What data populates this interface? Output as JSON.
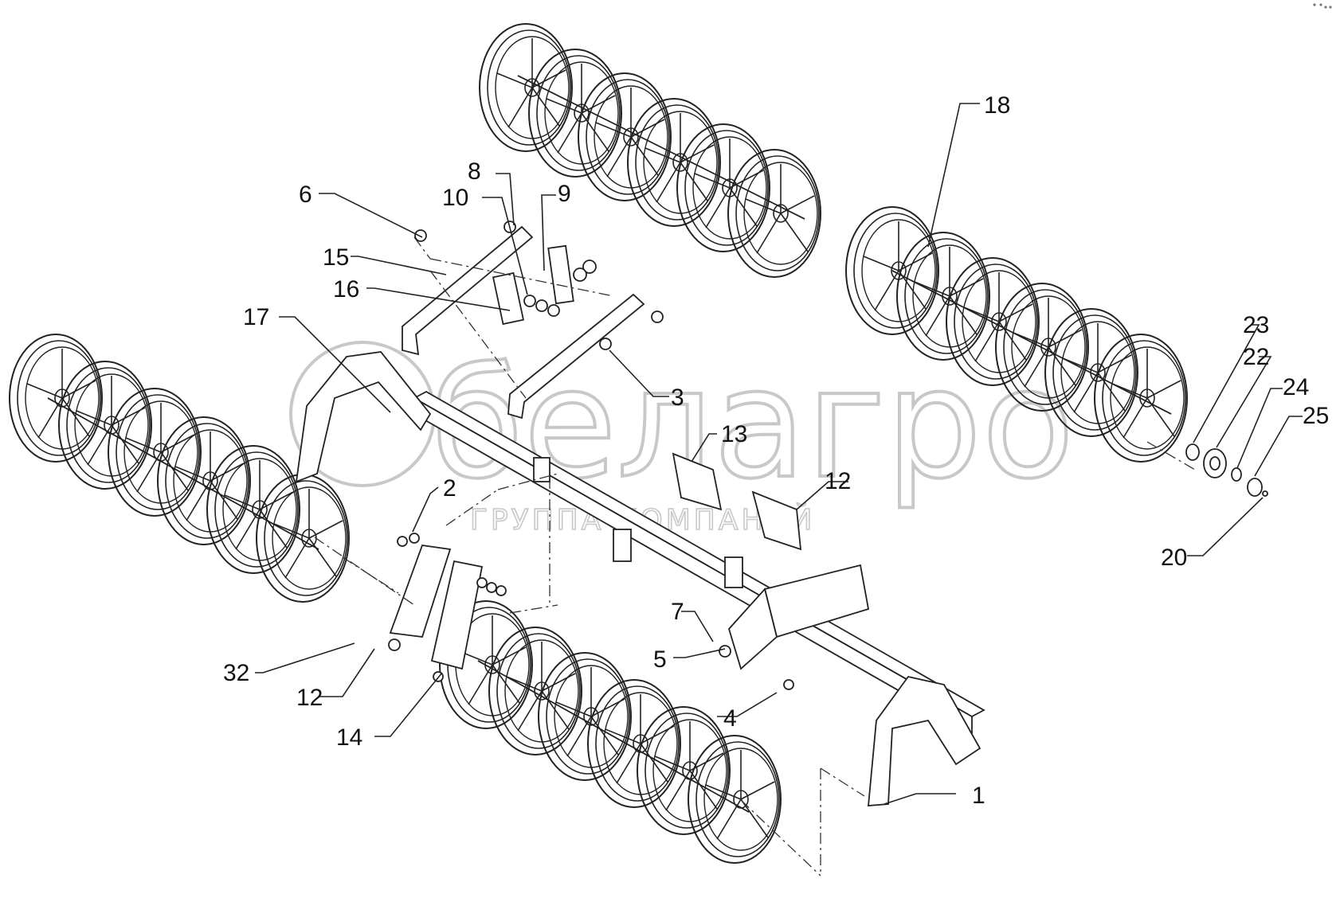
{
  "watermark": {
    "brand": "белагро",
    "subtitle": "ГРУППА КОМПАНИЙ"
  },
  "callouts": [
    {
      "id": "c1",
      "label": "1"
    },
    {
      "id": "c2",
      "label": "2"
    },
    {
      "id": "c3",
      "label": "3"
    },
    {
      "id": "c4",
      "label": "4"
    },
    {
      "id": "c5",
      "label": "5"
    },
    {
      "id": "c6",
      "label": "6"
    },
    {
      "id": "c7",
      "label": "7"
    },
    {
      "id": "c8",
      "label": "8"
    },
    {
      "id": "c9",
      "label": "9"
    },
    {
      "id": "c10",
      "label": "10"
    },
    {
      "id": "c12a",
      "label": "12"
    },
    {
      "id": "c12b",
      "label": "12"
    },
    {
      "id": "c13",
      "label": "13"
    },
    {
      "id": "c14",
      "label": "14"
    },
    {
      "id": "c15",
      "label": "15"
    },
    {
      "id": "c16",
      "label": "16"
    },
    {
      "id": "c17",
      "label": "17"
    },
    {
      "id": "c18",
      "label": "18"
    },
    {
      "id": "c20",
      "label": "20"
    },
    {
      "id": "c22",
      "label": "22"
    },
    {
      "id": "c23",
      "label": "23"
    },
    {
      "id": "c24",
      "label": "24"
    },
    {
      "id": "c25",
      "label": "25"
    },
    {
      "id": "c32",
      "label": "32"
    }
  ],
  "colors": {
    "line": "#222222",
    "watermark": "#c8c8c8",
    "background": "#ffffff"
  }
}
